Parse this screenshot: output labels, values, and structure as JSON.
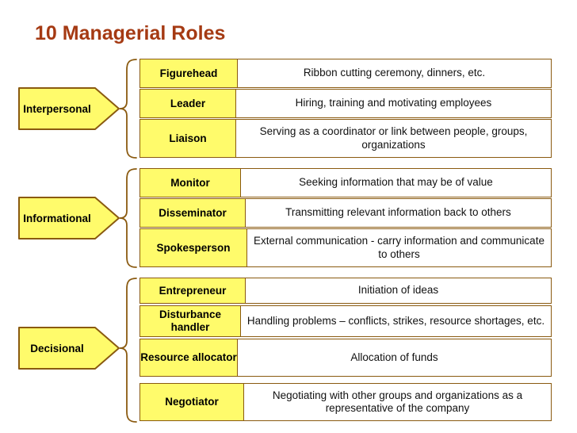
{
  "title": "10 Managerial Roles",
  "accent_color": "#A53A13",
  "fill_color": "#FFFB6B",
  "border_color": "#8A5A10",
  "categories": [
    {
      "label": "Interpersonal"
    },
    {
      "label": "Informational"
    },
    {
      "label": "Decisional"
    }
  ],
  "groups": [
    {
      "category": "Interpersonal",
      "rows": [
        {
          "role": "Figurehead",
          "description": "Ribbon cutting ceremony, dinners, etc."
        },
        {
          "role": "Leader",
          "description": "Hiring, training and motivating employees"
        },
        {
          "role": "Liaison",
          "description": "Serving as a coordinator or link between people, groups, organizations"
        }
      ]
    },
    {
      "category": "Informational",
      "rows": [
        {
          "role": "Monitor",
          "description": "Seeking information that may be of value"
        },
        {
          "role": "Disseminator",
          "description": "Transmitting relevant information back to others"
        },
        {
          "role": "Spokesperson",
          "description": "External communication - carry information and communicate to others"
        }
      ]
    },
    {
      "category": "Decisional",
      "rows": [
        {
          "role": "Entrepreneur",
          "description": "Initiation of ideas"
        },
        {
          "role": "Disturbance handler",
          "description": "Handling problems – conflicts, strikes, resource shortages, etc."
        },
        {
          "role": "Resource allocator",
          "description": "Allocation of funds"
        },
        {
          "role": "Negotiator",
          "description": "Negotiating with other groups and organizations as a representative of the company"
        }
      ]
    }
  ]
}
